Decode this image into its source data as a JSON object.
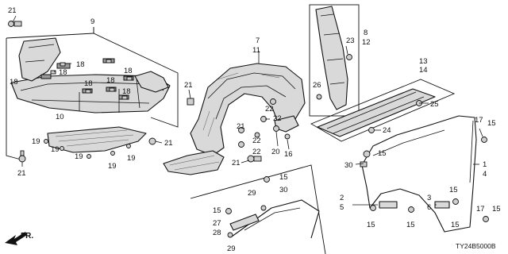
{
  "callouts": [
    {
      "id": "c-21-topleft",
      "text": "21"
    },
    {
      "id": "c-9",
      "text": "9"
    },
    {
      "id": "c-18-a",
      "text": "18"
    },
    {
      "id": "c-18-b",
      "text": "18"
    },
    {
      "id": "c-18-c",
      "text": "18"
    },
    {
      "id": "c-18-d",
      "text": "18"
    },
    {
      "id": "c-18-e",
      "text": "18"
    },
    {
      "id": "c-18-f",
      "text": "18"
    },
    {
      "id": "c-18-g",
      "text": "18"
    },
    {
      "id": "c-21-a",
      "text": "21"
    },
    {
      "id": "c-21-b",
      "text": "21"
    },
    {
      "id": "c-21-c",
      "text": "21"
    },
    {
      "id": "c-21-d",
      "text": "21"
    },
    {
      "id": "c-21-e",
      "text": "21"
    },
    {
      "id": "c-10",
      "text": "10"
    },
    {
      "id": "c-19-a",
      "text": "19"
    },
    {
      "id": "c-19-b",
      "text": "19"
    },
    {
      "id": "c-19-c",
      "text": "19"
    },
    {
      "id": "c-19-d",
      "text": "19"
    },
    {
      "id": "c-19-e",
      "text": "19"
    },
    {
      "id": "c-7",
      "text": "7"
    },
    {
      "id": "c-11",
      "text": "11"
    },
    {
      "id": "c-22-a",
      "text": "22"
    },
    {
      "id": "c-22-b",
      "text": "22"
    },
    {
      "id": "c-22-c",
      "text": "22"
    },
    {
      "id": "c-22-d",
      "text": "22"
    },
    {
      "id": "c-20",
      "text": "20"
    },
    {
      "id": "c-16",
      "text": "16"
    },
    {
      "id": "c-8",
      "text": "8"
    },
    {
      "id": "c-12",
      "text": "12"
    },
    {
      "id": "c-23",
      "text": "23"
    },
    {
      "id": "c-26",
      "text": "26"
    },
    {
      "id": "c-13",
      "text": "13"
    },
    {
      "id": "c-14",
      "text": "14"
    },
    {
      "id": "c-25",
      "text": "25"
    },
    {
      "id": "c-24",
      "text": "24"
    },
    {
      "id": "c-17-a",
      "text": "17"
    },
    {
      "id": "c-15-a",
      "text": "15"
    },
    {
      "id": "c-15-b",
      "text": "15"
    },
    {
      "id": "c-30-a",
      "text": "30"
    },
    {
      "id": "c-1",
      "text": "1"
    },
    {
      "id": "c-4",
      "text": "4"
    },
    {
      "id": "c-15-c",
      "text": "15"
    },
    {
      "id": "c-29-a",
      "text": "29"
    },
    {
      "id": "c-30-b",
      "text": "30"
    },
    {
      "id": "c-15-d",
      "text": "15"
    },
    {
      "id": "c-27",
      "text": "27"
    },
    {
      "id": "c-28",
      "text": "28"
    },
    {
      "id": "c-29-b",
      "text": "29"
    },
    {
      "id": "c-2",
      "text": "2"
    },
    {
      "id": "c-5",
      "text": "5"
    },
    {
      "id": "c-15-e",
      "text": "15"
    },
    {
      "id": "c-15-f",
      "text": "15"
    },
    {
      "id": "c-3",
      "text": "3"
    },
    {
      "id": "c-6",
      "text": "6"
    },
    {
      "id": "c-15-g",
      "text": "15"
    },
    {
      "id": "c-15-h",
      "text": "15"
    },
    {
      "id": "c-17-b",
      "text": "17"
    },
    {
      "id": "c-15-i",
      "text": "15"
    }
  ],
  "fr_label": "FR.",
  "diagram_code": "TY24B5000B"
}
